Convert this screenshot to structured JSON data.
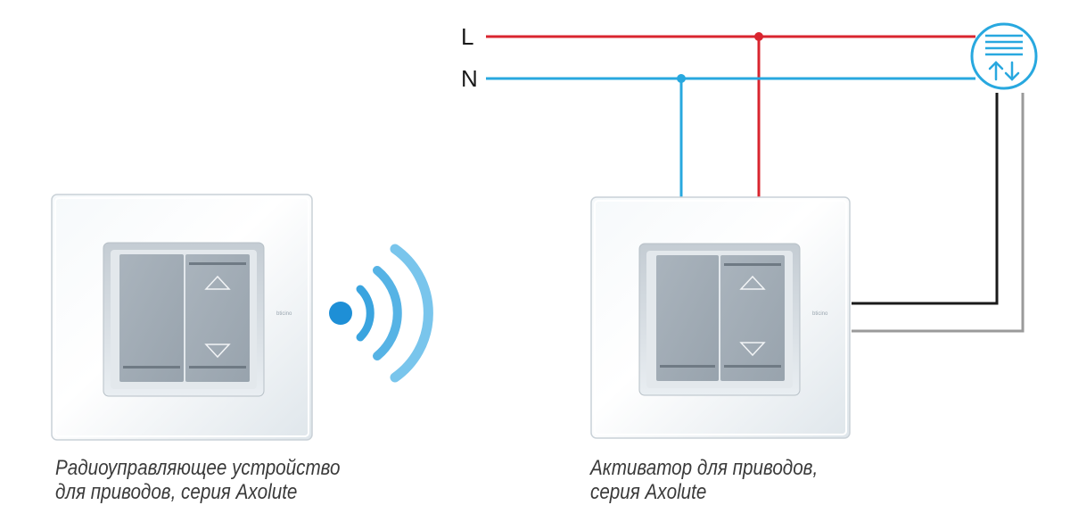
{
  "wires": {
    "line_label": "L",
    "neutral_label": "N",
    "line_color": "#d9252f",
    "neutral_color": "#28a8df",
    "black_color": "#1a1a1a",
    "grey_color": "#9a9a9a"
  },
  "device_left": {
    "brand": "bticino",
    "caption_line1": "Радиоуправляющее устройство",
    "caption_line2": "для приводов, серия Axolute"
  },
  "device_right": {
    "brand": "bticino",
    "caption_line1": "Активатор для приводов,",
    "caption_line2": "серия Axolute"
  },
  "signal": {
    "icon": "wireless-signal-icon",
    "color": "#1e8fd6"
  },
  "motor": {
    "icon": "blind-motor-icon",
    "color": "#28a8df"
  }
}
